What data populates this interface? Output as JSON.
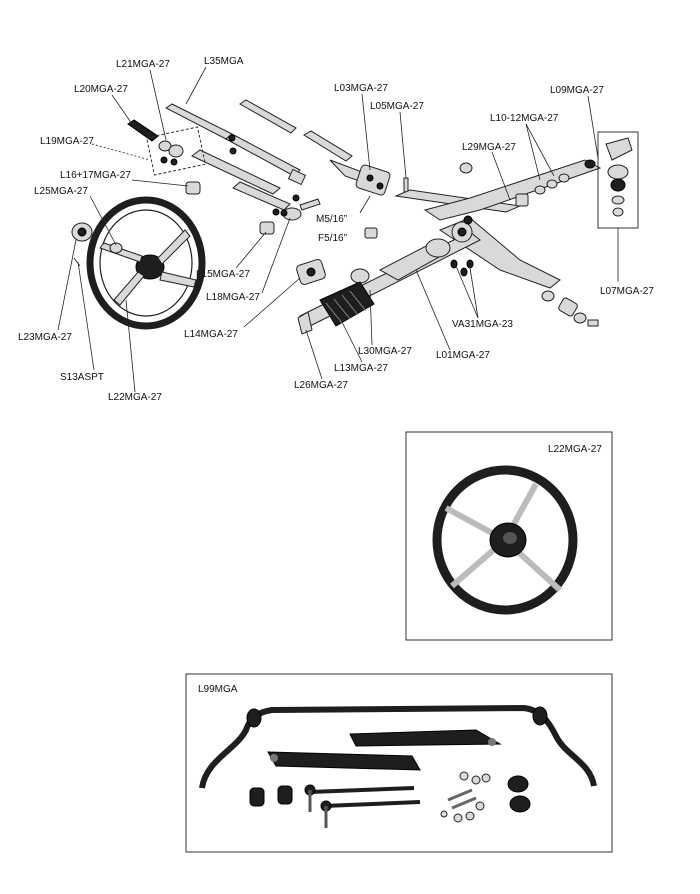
{
  "parts": {
    "l35": "L35MGA",
    "l21": "L21MGA-27",
    "l20": "L20MGA-27",
    "l19": "L19MGA-27",
    "l16_17": "L16+17MGA-27",
    "l25": "L25MGA-27",
    "l03": "L03MGA-27",
    "l05": "L05MGA-27",
    "l09": "L09MGA-27",
    "l10_12": "L10-12MGA-27",
    "l29": "L29MGA-27",
    "m5": "M5/16”",
    "f5": "F5/16”",
    "l15": "L15MGA-27",
    "l18": "L18MGA-27",
    "l14": "L14MGA-27",
    "l23": "L23MGA-27",
    "s13": "S13ASPT",
    "l22": "L22MGA-27",
    "l07": "L07MGA-27",
    "va31": "VA31MGA-23",
    "l30": "L30MGA-27",
    "l13": "L13MGA-27",
    "l01": "L01MGA-27",
    "l26": "L26MGA-27"
  },
  "inset_wheel": {
    "label": "L22MGA-27"
  },
  "inset_swaybar": {
    "label": "L99MGA"
  }
}
